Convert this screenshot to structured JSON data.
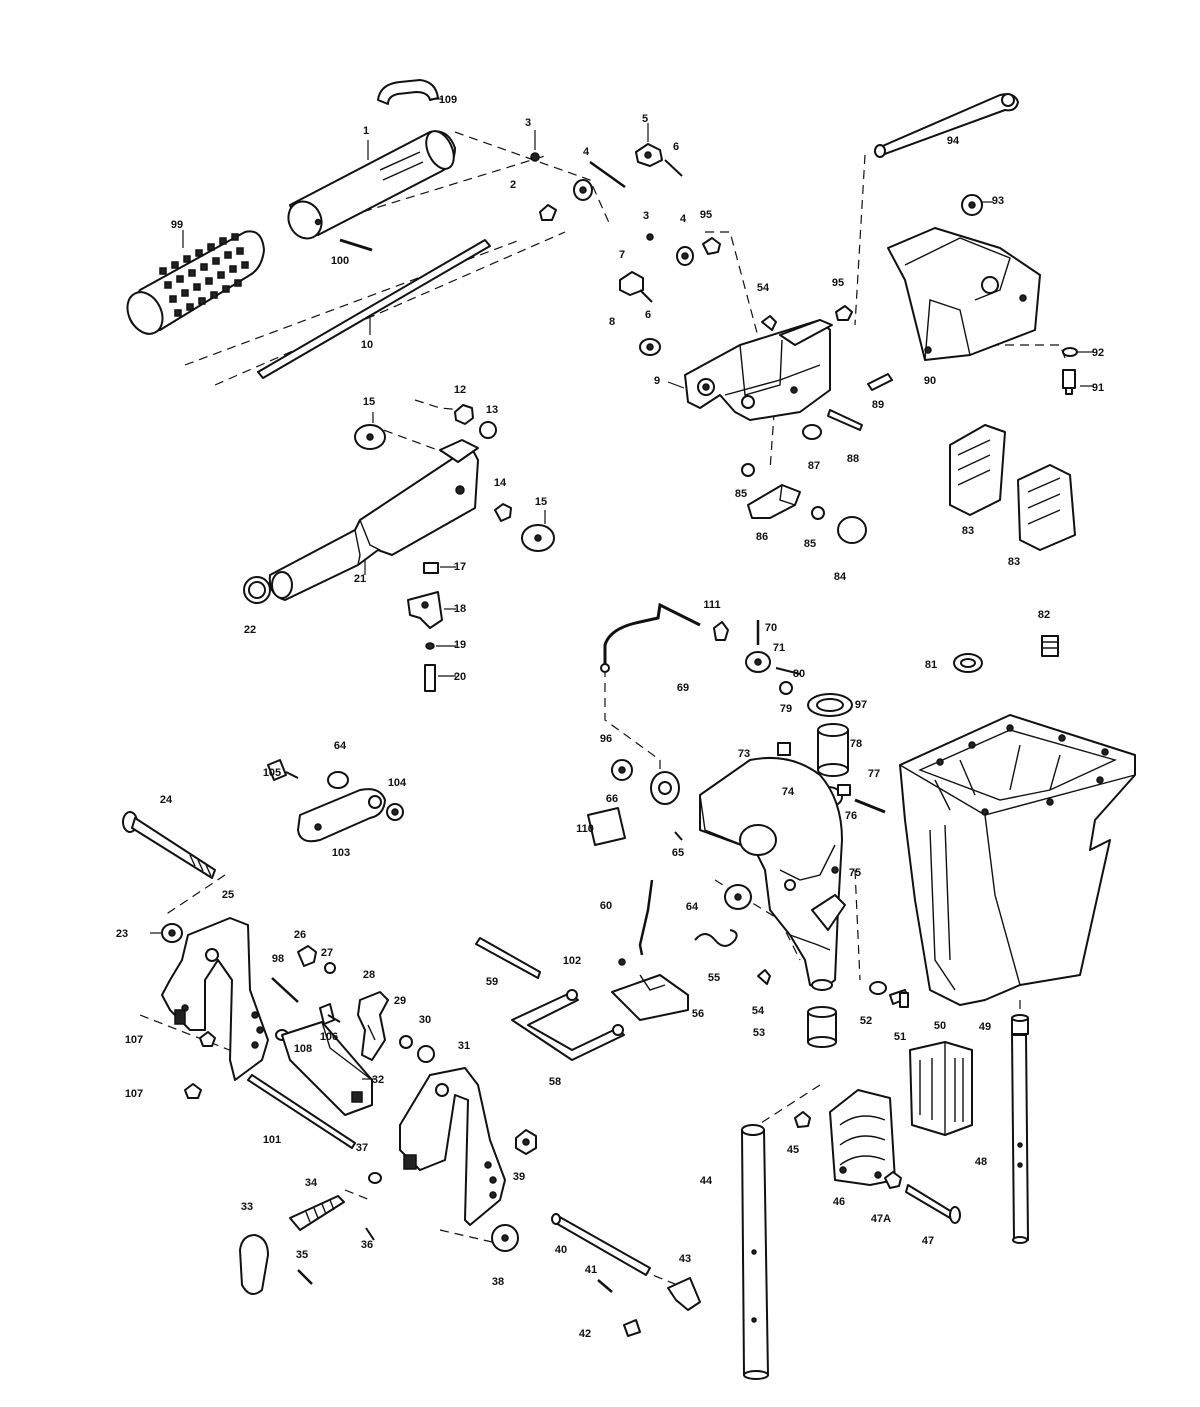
{
  "diagram": {
    "callouts": [
      "1",
      "2",
      "3",
      "4",
      "5",
      "6",
      "7",
      "8",
      "9",
      "10",
      "12",
      "13",
      "14",
      "15",
      "17",
      "18",
      "19",
      "20",
      "21",
      "22",
      "23",
      "24",
      "25",
      "26",
      "27",
      "28",
      "29",
      "30",
      "31",
      "32",
      "33",
      "34",
      "35",
      "36",
      "37",
      "38",
      "39",
      "40",
      "41",
      "42",
      "43",
      "44",
      "45",
      "46",
      "47",
      "47A",
      "48",
      "49",
      "50",
      "51",
      "52",
      "53",
      "54",
      "55",
      "56",
      "58",
      "59",
      "60",
      "64",
      "65",
      "66",
      "69",
      "70",
      "71",
      "73",
      "74",
      "75",
      "76",
      "77",
      "78",
      "79",
      "80",
      "81",
      "82",
      "83",
      "84",
      "85",
      "86",
      "87",
      "88",
      "89",
      "90",
      "91",
      "92",
      "93",
      "94",
      "95",
      "96",
      "97",
      "98",
      "99",
      "100",
      "101",
      "102",
      "103",
      "104",
      "105",
      "106",
      "107",
      "108",
      "109",
      "110",
      "111"
    ]
  }
}
